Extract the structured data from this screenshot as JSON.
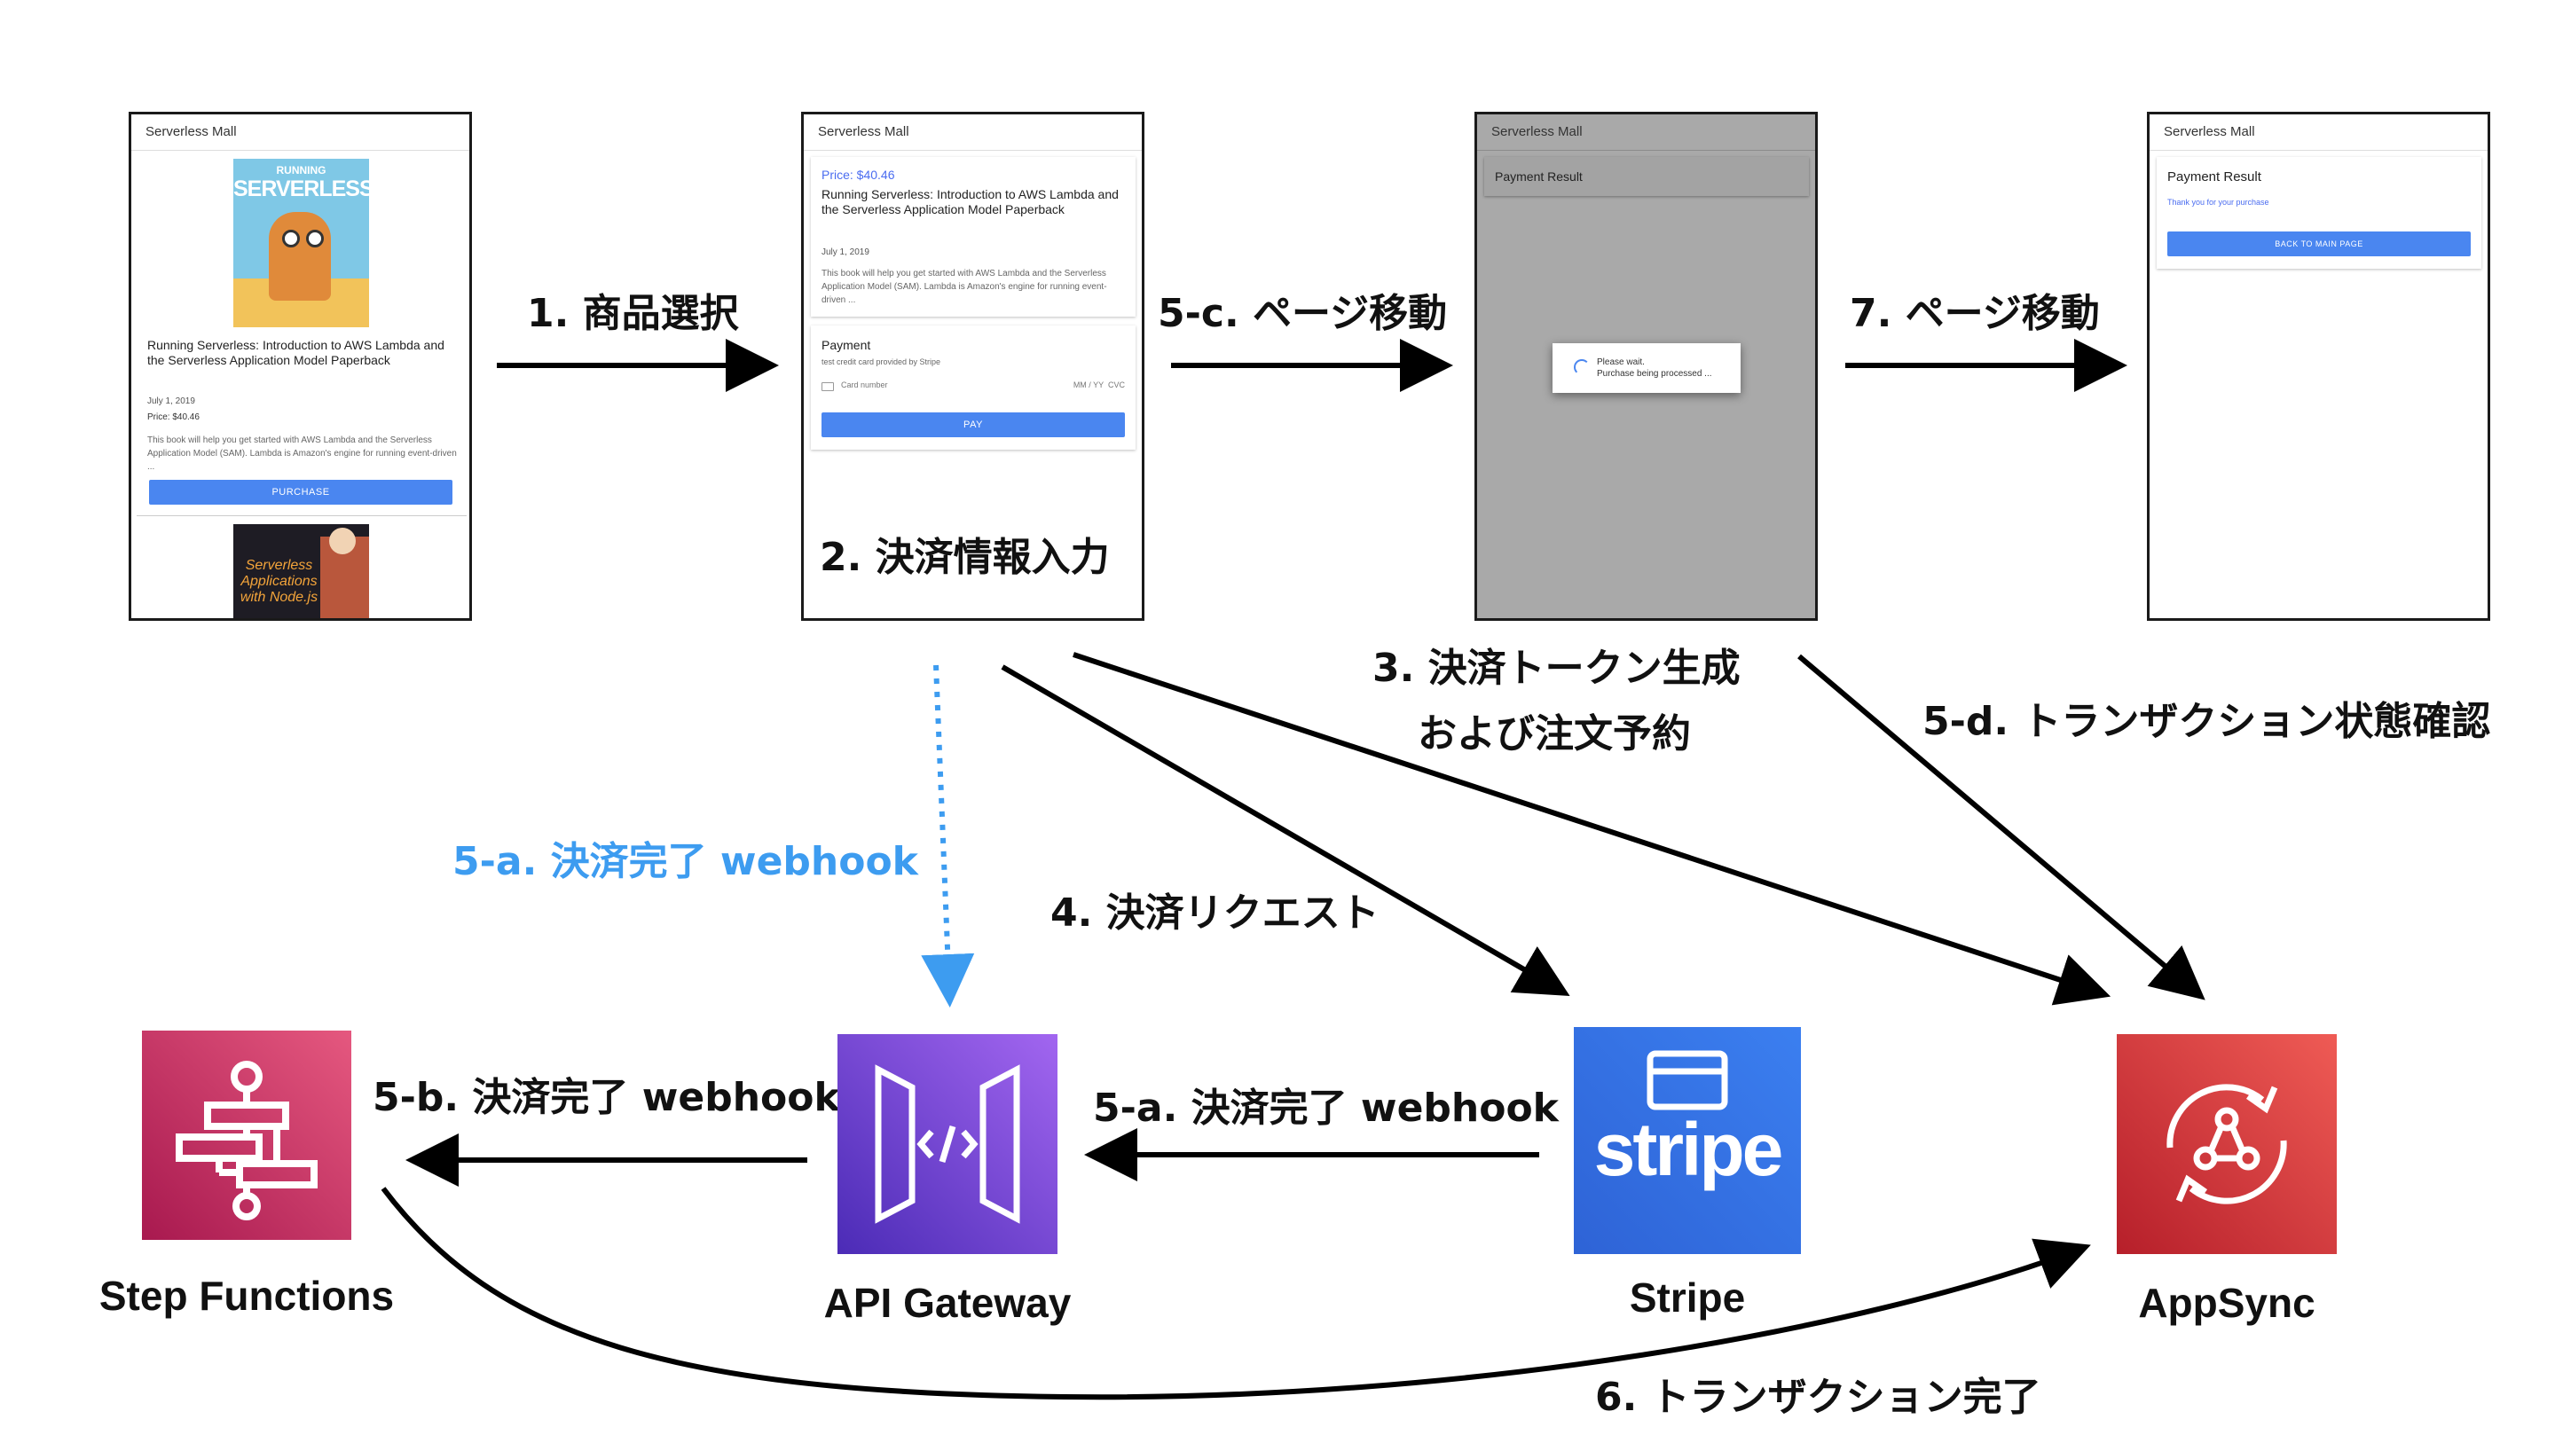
{
  "screens": {
    "s1": {
      "app_title": "Serverless Mall",
      "cover_top": "RUNNING",
      "cover_title": "SERVERLESS",
      "book_title": "Running Serverless: Introduction to AWS Lambda and the Serverless Application Model Paperback",
      "date": "July 1, 2019",
      "price": "Price: $40.46",
      "desc": "This book will help you get started with AWS Lambda and the Serverless Application Model (SAM). Lambda is Amazon's engine for running event-driven ...",
      "purchase_label": "PURCHASE",
      "book2_title": "Serverless Applications with Node.js"
    },
    "s2": {
      "app_title": "Serverless Mall",
      "price": "Price: $40.46",
      "book_title": "Running Serverless: Introduction to AWS Lambda and the Serverless Application Model Paperback",
      "date": "July 1, 2019",
      "desc": "This book will help you get started with AWS Lambda and the Serverless Application Model (SAM). Lambda is Amazon's engine for running event-driven ...",
      "payment_heading": "Payment",
      "payment_sub": "test credit card provided by Stripe",
      "card_placeholder": "Card number",
      "card_expiry": "MM / YY  CVC",
      "pay_label": "PAY"
    },
    "s3": {
      "app_title": "Serverless Mall",
      "heading": "Payment Result",
      "wait_line1": "Please wait.",
      "wait_line2": "Purchase being processed ..."
    },
    "s4": {
      "app_title": "Serverless Mall",
      "heading": "Payment Result",
      "thanks": "Thank you for your purchase",
      "back_label": "BACK TO MAIN PAGE"
    }
  },
  "labels": {
    "step1": "1. 商品選択",
    "step2": "2. 決済情報入力",
    "step5c": "5-c. ページ移動",
    "step7": "7. ページ移動",
    "step3_line1": "3. 決済トークン生成",
    "step3_line2": "および注文予約",
    "step5d": "5-d. トランザクション状態確認",
    "step5a_top": "5-a. 決済完了 webhook",
    "step4": "4. 決済リクエスト",
    "step5b": "5-b. 決済完了 webhook",
    "step5a_mid": "5-a. 決済完了 webhook",
    "step6": "6. トランザクション完了"
  },
  "services": {
    "step_functions": "Step Functions",
    "api_gateway": "API Gateway",
    "stripe": "Stripe",
    "stripe_logo": "stripe",
    "appsync": "AppSync"
  },
  "colors": {
    "step_functions": "#d6336c",
    "api_gateway": "#6a3fd9",
    "stripe": "#3b6ee8",
    "appsync": "#d93c3c",
    "webhook_blue": "#3d9cf0",
    "button_blue": "#4a86f0"
  }
}
